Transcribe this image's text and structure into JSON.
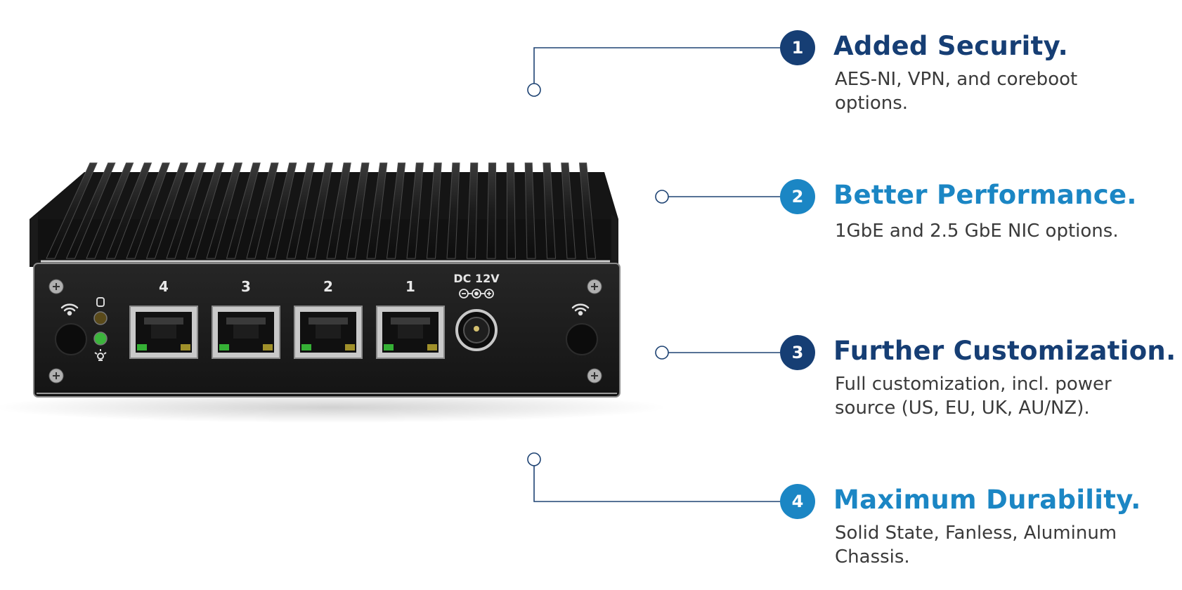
{
  "colors": {
    "dark_blue": "#163e74",
    "light_blue": "#1b86c4",
    "connector": "#1e4373"
  },
  "device": {
    "port_labels": [
      "4",
      "3",
      "2",
      "1"
    ],
    "power_label": "DC 12V"
  },
  "features": [
    {
      "number": "1",
      "title": "Added Security.",
      "description": "AES-NI, VPN, and coreboot options.",
      "color": "#163e74"
    },
    {
      "number": "2",
      "title": "Better Performance.",
      "description": "1GbE and 2.5 GbE NIC options.",
      "color": "#1b86c4"
    },
    {
      "number": "3",
      "title": "Further Customization.",
      "description": "Full customization, incl. power source (US, EU, UK, AU/NZ).",
      "color": "#163e74"
    },
    {
      "number": "4",
      "title": "Maximum Durability.",
      "description": "Solid State, Fanless, Aluminum Chassis.",
      "color": "#1b86c4"
    }
  ]
}
